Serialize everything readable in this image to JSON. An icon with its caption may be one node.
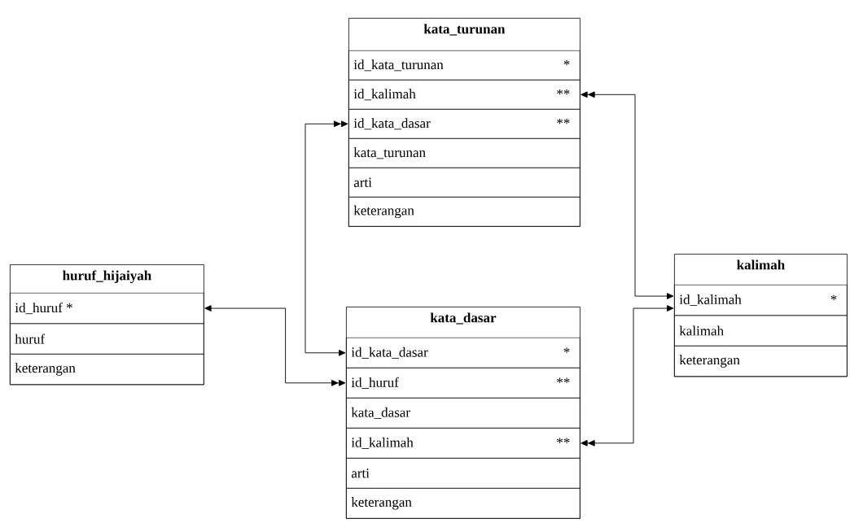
{
  "diagram": {
    "nodes": [
      {
        "text": [
          "kata_turunan"
        ]
      },
      {
        "text": [
          "id_kata_turunan",
          "*"
        ],
        "in": 0
      },
      {
        "text": [
          "id_kalimah",
          "**"
        ],
        "in": 0
      },
      {
        "text": [
          "id_kata_dasar",
          "**"
        ],
        "in": 0
      },
      {
        "text": [
          "kata_turunan"
        ],
        "in": 0
      },
      {
        "text": [
          "arti"
        ],
        "in": 0
      },
      {
        "text": [
          "keterangan"
        ],
        "in": 0
      },
      {
        "text": [
          "huruf_hijaiyah"
        ]
      },
      {
        "text": [
          "id_huruf *"
        ],
        "in": 7
      },
      {
        "text": [
          "huruf"
        ],
        "in": 7
      },
      {
        "text": [
          "keterangan"
        ],
        "in": 7
      },
      {
        "text": [
          "kalimah"
        ]
      },
      {
        "text": [
          "id_kalimah",
          "*"
        ],
        "in": 11
      },
      {
        "text": [
          "kalimah"
        ],
        "in": 11
      },
      {
        "text": [
          "keterangan"
        ],
        "in": 11
      },
      {
        "text": [
          "kata_dasar"
        ]
      },
      {
        "text": [
          "id_kata_dasar",
          "*"
        ],
        "in": 15
      },
      {
        "text": [
          "id_huruf",
          "**"
        ],
        "in": 15
      },
      {
        "text": [
          "kata_dasar"
        ],
        "in": 15
      },
      {
        "text": [
          "id_kalimah",
          "**"
        ],
        "in": 15
      },
      {
        "text": [
          "arti"
        ],
        "in": 15
      },
      {
        "text": [
          "keterangan"
        ],
        "in": 15
      }
    ],
    "edges": [
      {
        "from": 16,
        "to": 3,
        "arrow": "both"
      },
      {
        "from": 8,
        "to": 17,
        "arrow": "both"
      },
      {
        "from": 12,
        "to": 2,
        "arrow": "both"
      },
      {
        "from": 12,
        "to": 19,
        "arrow": "both"
      }
    ]
  }
}
